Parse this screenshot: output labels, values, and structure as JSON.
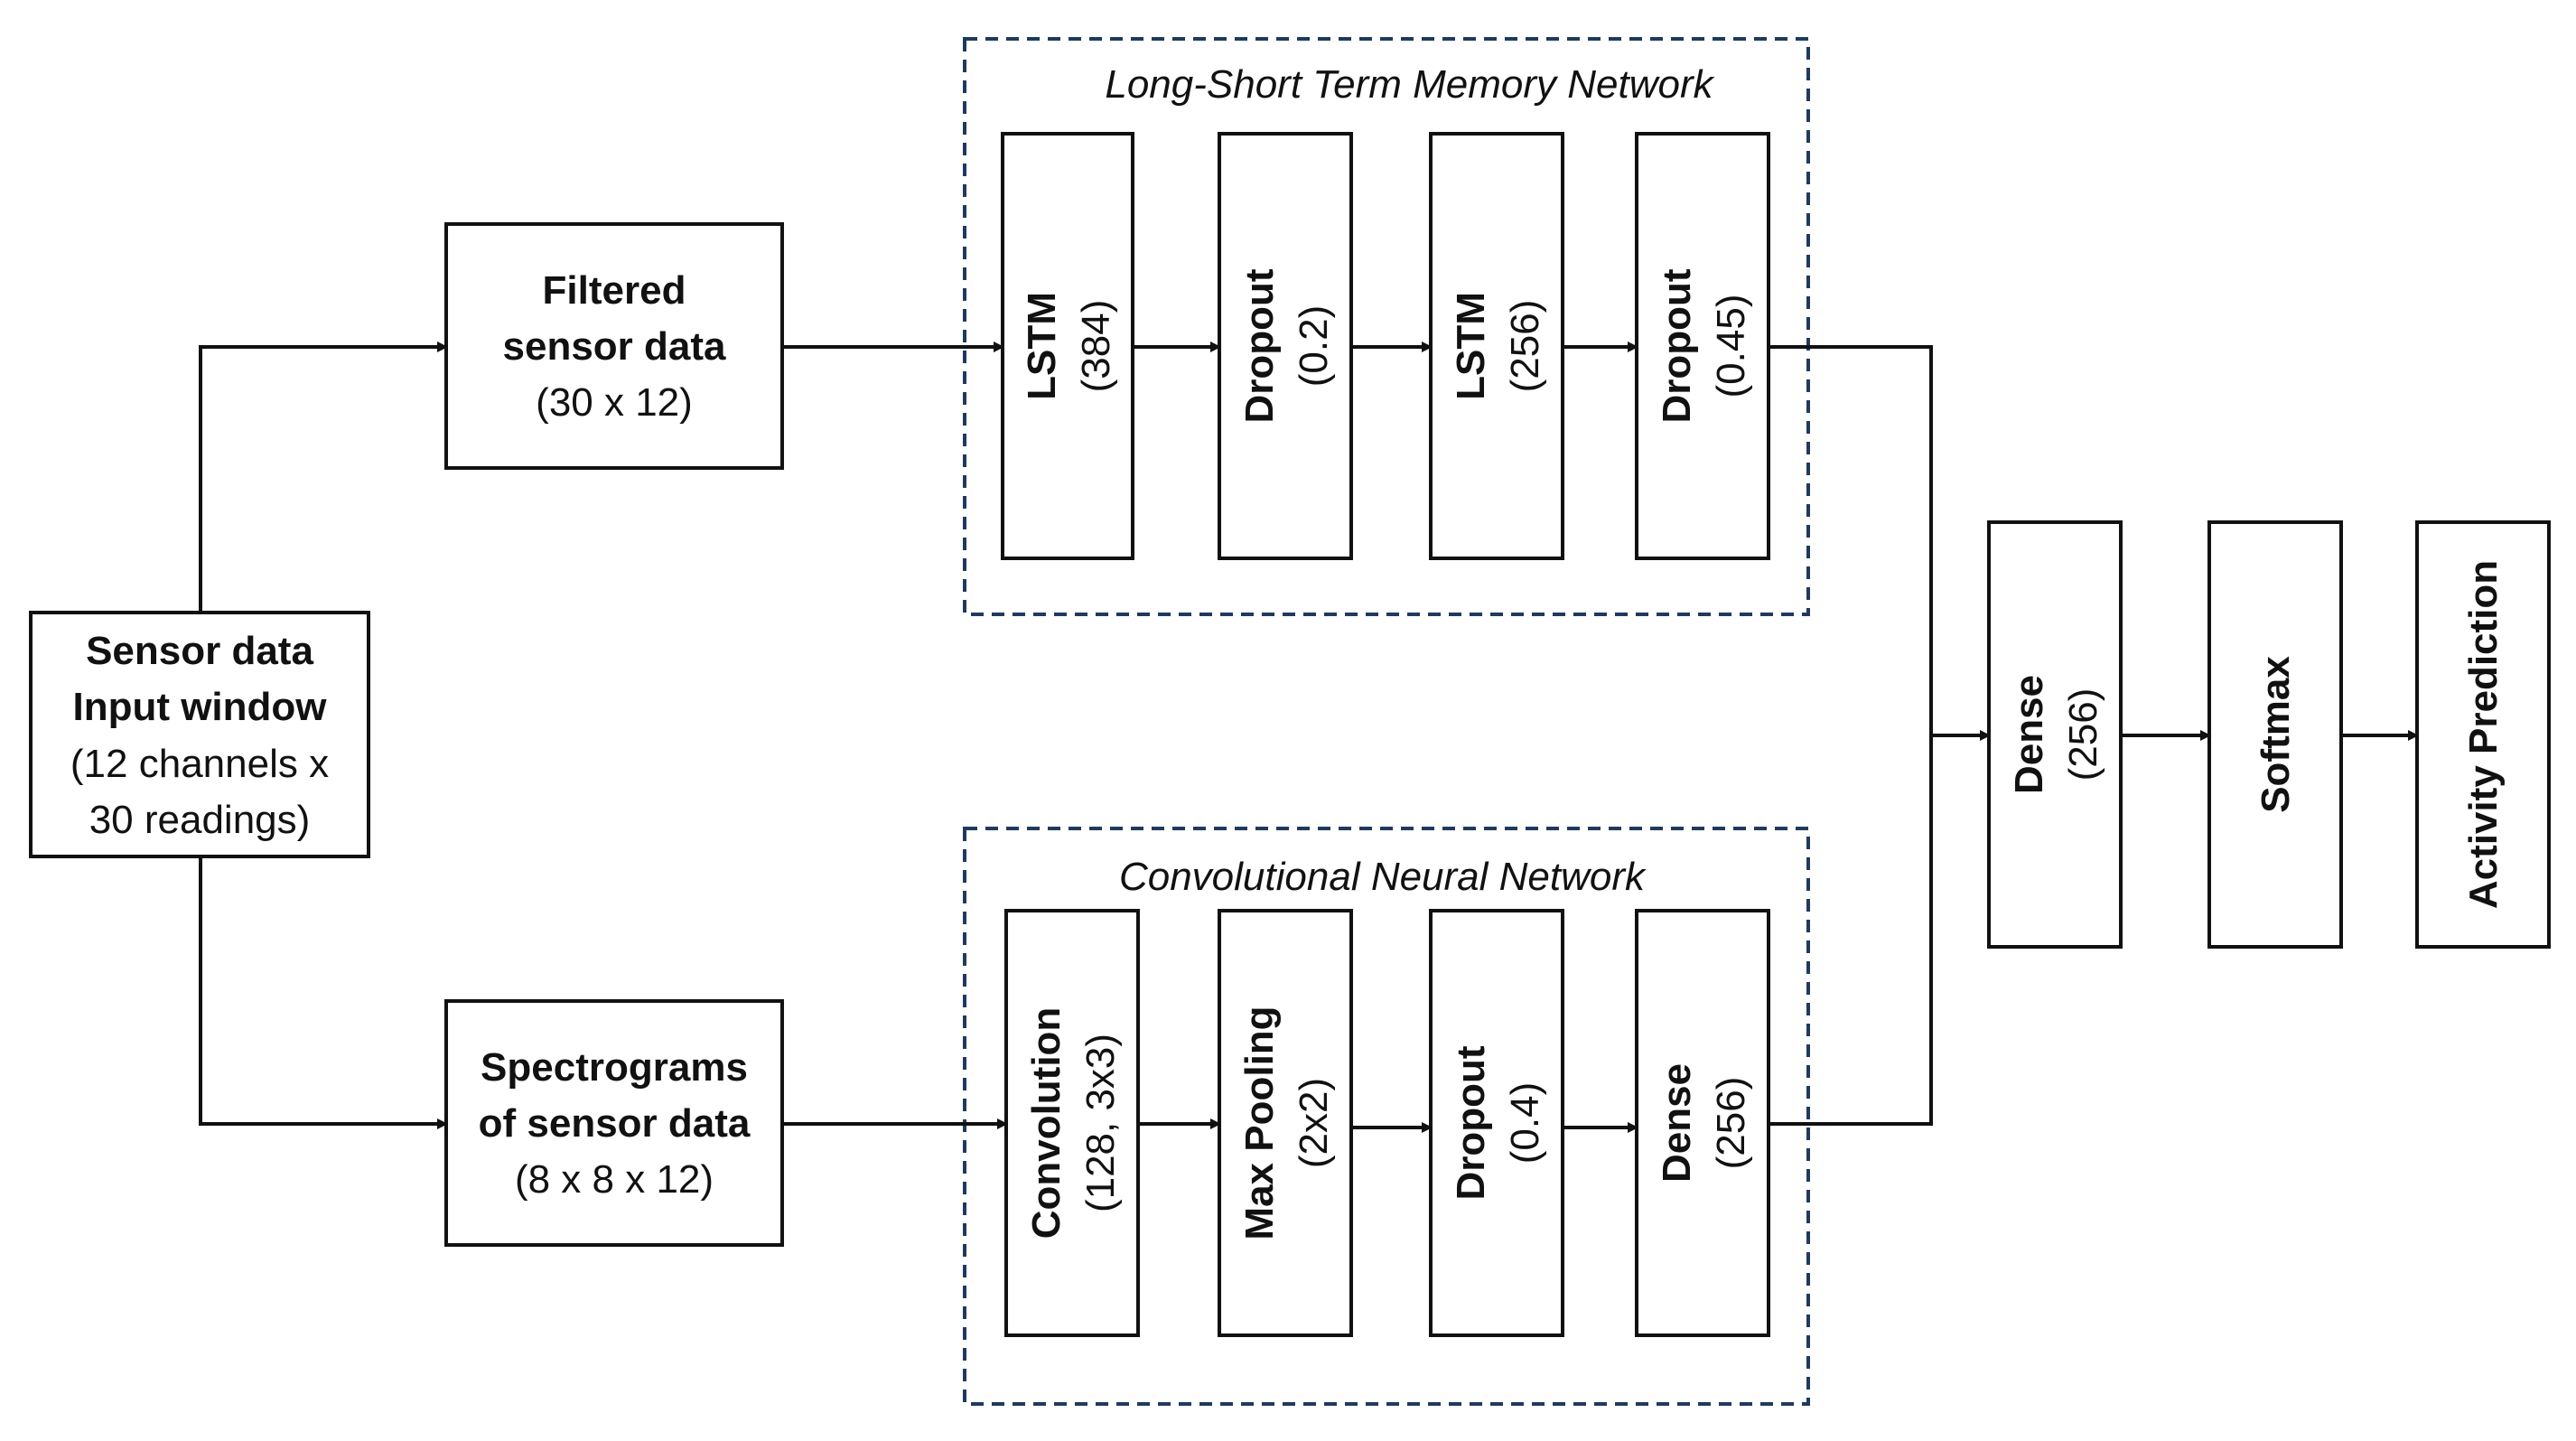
{
  "diagram": {
    "input": {
      "line1": "Sensor data",
      "line2": "Input window",
      "line3": "(12 channels x",
      "line4": "30 readings)"
    },
    "filtered": {
      "line1": "Filtered",
      "line2": "sensor data",
      "line3": "(30 x 12)"
    },
    "spectro": {
      "line1": "Spectrograms",
      "line2": "of sensor data",
      "line3": "(8 x 8 x 12)"
    },
    "lstm_group": {
      "title": "Long-Short Term Memory Network",
      "layers": [
        {
          "name": "LSTM",
          "param": "(384)"
        },
        {
          "name": "Dropout",
          "param": "(0.2)"
        },
        {
          "name": "LSTM",
          "param": "(256)"
        },
        {
          "name": "Dropout",
          "param": "(0.45)"
        }
      ]
    },
    "cnn_group": {
      "title": "Convolutional Neural Network",
      "layers": [
        {
          "name": "Convolution",
          "param": "(128, 3x3)"
        },
        {
          "name": "Max Pooling",
          "param": "(2x2)"
        },
        {
          "name": "Dropout",
          "param": "(0.4)"
        },
        {
          "name": "Dense",
          "param": "(256)"
        }
      ]
    },
    "dense": {
      "name": "Dense",
      "param": "(256)"
    },
    "softmax": {
      "name": "Softmax"
    },
    "prediction": {
      "name": "Activity Prediction"
    },
    "colors": {
      "box_stroke": "#111111",
      "group_border": "#1f3a5f",
      "arrow": "#111111"
    }
  }
}
